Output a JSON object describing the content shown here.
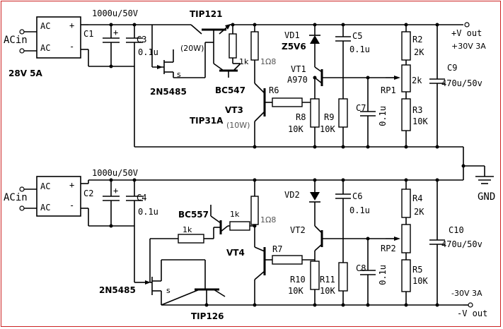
{
  "upper": {
    "input_label": "ACin",
    "bridge": {
      "ac1": "AC",
      "ac2": "AC",
      "plus": "+",
      "minus": "-"
    },
    "supply_label": "28V 5A",
    "c1": "C1",
    "c1_value": "1000u/50V",
    "c1_plus": "+",
    "c3": "C3",
    "c3_value": "0.1u",
    "q_main": "TIP121",
    "q_main_power": "(20W)",
    "jfet": "2N5485",
    "jfet_s": "s",
    "q_driver": "BC547",
    "r_1k": "1k",
    "r_shunt": "1Ω8",
    "q_limit": "VT3",
    "q_limit_type": "TIP31A",
    "q_limit_power": "(10W)",
    "r6": "R6",
    "vd1": "VD1",
    "vd1_type": "Z5V6",
    "vt1": "VT1",
    "vt1_type": "A970",
    "c5": "C5",
    "c5_value": "0.1u",
    "c7": "C7",
    "c7_value": "0.1u",
    "r8": "R8",
    "r8_value": "10K",
    "r9": "R9",
    "r9_value": "10K",
    "r2": "R2",
    "r2_value": "2K",
    "rp1": "RP1",
    "rp1_value": "2k",
    "r3": "R3",
    "r3_value": "10K",
    "c9": "C9",
    "c9_value": "470u/50v",
    "out_label": "+V out",
    "out_rating": "+30V 3A"
  },
  "lower": {
    "input_label": "ACin",
    "bridge": {
      "ac1": "AC",
      "ac2": "AC",
      "plus": "+",
      "minus": "-"
    },
    "c2": "C2",
    "c2_value": "1000u/50V",
    "c2_plus": "+",
    "c4": "C4",
    "c4_value": "0.1u",
    "q_driver": "BC557",
    "r_1k_a": "1k",
    "r_1k_b": "1k",
    "r_shunt": "1Ω8",
    "q_limit": "VT4",
    "r7": "R7",
    "jfet": "2N5485",
    "jfet_s": "s",
    "q_main": "TIP126",
    "vd2": "VD2",
    "vt2": "VT2",
    "c6": "C6",
    "c6_value": "0.1u",
    "c8": "C8",
    "c8_value": "0.1u",
    "r10": "R10",
    "r10_value": "10K",
    "r11": "R11",
    "r11_value": "10K",
    "r4": "R4",
    "r4_value": "2K",
    "rp2": "RP2",
    "r5": "R5",
    "r5_value": "10K",
    "c10": "C10",
    "c10_value": "470u/50v",
    "out_rating": "-30V 3A",
    "out_label": "-V out"
  },
  "gnd_label": "GND"
}
